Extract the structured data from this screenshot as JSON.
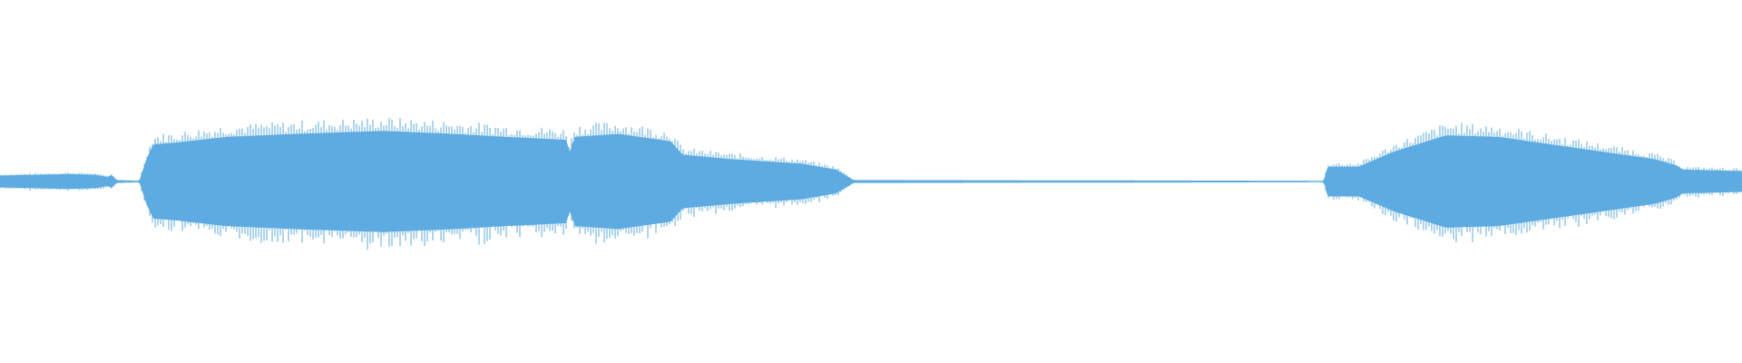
{
  "waveform": {
    "color": "#5dabe0",
    "background": "#ffffff",
    "envelope": [
      {
        "t": 0.0,
        "amp": 0.04
      },
      {
        "t": 0.02,
        "amp": 0.045
      },
      {
        "t": 0.04,
        "amp": 0.05
      },
      {
        "t": 0.055,
        "amp": 0.045
      },
      {
        "t": 0.062,
        "amp": 0.03
      },
      {
        "t": 0.064,
        "amp": 0.045
      },
      {
        "t": 0.067,
        "amp": 0.01
      },
      {
        "t": 0.08,
        "amp": 0.005
      },
      {
        "t": 0.084,
        "amp": 0.15
      },
      {
        "t": 0.088,
        "amp": 0.25
      },
      {
        "t": 0.1,
        "amp": 0.26
      },
      {
        "t": 0.13,
        "amp": 0.3
      },
      {
        "t": 0.17,
        "amp": 0.32
      },
      {
        "t": 0.22,
        "amp": 0.34
      },
      {
        "t": 0.26,
        "amp": 0.32
      },
      {
        "t": 0.29,
        "amp": 0.3
      },
      {
        "t": 0.325,
        "amp": 0.28
      },
      {
        "t": 0.327,
        "amp": 0.2
      },
      {
        "t": 0.33,
        "amp": 0.3
      },
      {
        "t": 0.355,
        "amp": 0.32
      },
      {
        "t": 0.385,
        "amp": 0.27
      },
      {
        "t": 0.392,
        "amp": 0.18
      },
      {
        "t": 0.42,
        "amp": 0.15
      },
      {
        "t": 0.46,
        "amp": 0.12
      },
      {
        "t": 0.48,
        "amp": 0.08
      },
      {
        "t": 0.49,
        "amp": 0.01
      },
      {
        "t": 0.76,
        "amp": 0.005
      },
      {
        "t": 0.762,
        "amp": 0.1
      },
      {
        "t": 0.78,
        "amp": 0.1
      },
      {
        "t": 0.8,
        "amp": 0.2
      },
      {
        "t": 0.83,
        "amp": 0.31
      },
      {
        "t": 0.86,
        "amp": 0.3
      },
      {
        "t": 0.89,
        "amp": 0.25
      },
      {
        "t": 0.92,
        "amp": 0.2
      },
      {
        "t": 0.95,
        "amp": 0.15
      },
      {
        "t": 0.962,
        "amp": 0.11
      },
      {
        "t": 0.966,
        "amp": 0.08
      },
      {
        "t": 1.0,
        "amp": 0.07
      }
    ]
  }
}
